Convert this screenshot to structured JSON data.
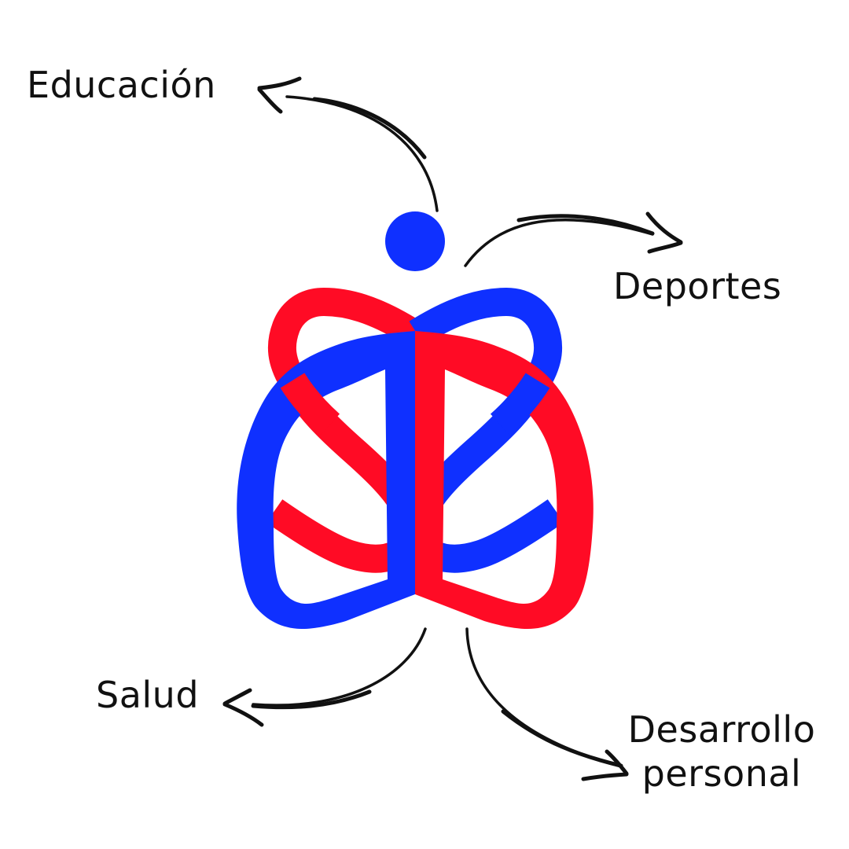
{
  "labels": {
    "education": "Educación",
    "sports": "Deportes",
    "health": "Salud",
    "personal_development_line1": "Desarrollo",
    "personal_development_line2": "personal"
  },
  "colors": {
    "blue": "#0f30ff",
    "red": "#ff0b25",
    "ink": "#111111",
    "background": "#ffffff"
  },
  "icons": {
    "logo": "butterfly-person-logo",
    "head": "blue-circle",
    "arrows": "curved-hand-drawn-arrow"
  }
}
